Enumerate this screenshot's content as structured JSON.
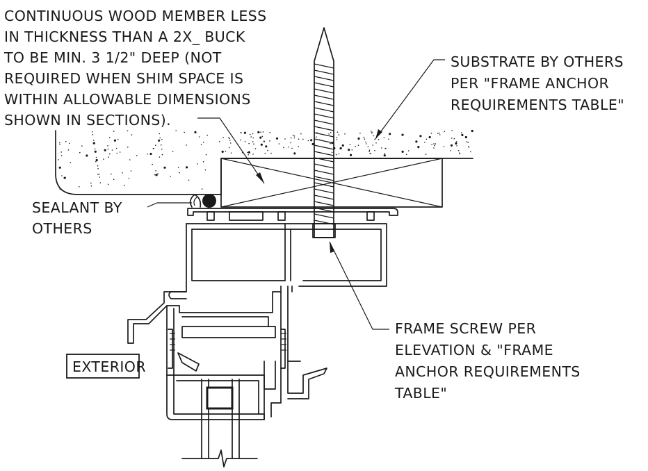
{
  "notes": {
    "wood_member": [
      "CONTINUOUS WOOD MEMBER LESS",
      "IN THICKNESS THAN A 2X_ BUCK",
      "TO BE MIN. 3 1/2\" DEEP (NOT",
      "REQUIRED WHEN SHIM SPACE IS",
      "WITHIN ALLOWABLE DIMENSIONS",
      "SHOWN IN SECTIONS)."
    ],
    "substrate": [
      "SUBSTRATE BY OTHERS",
      "PER \"FRAME ANCHOR",
      "REQUIREMENTS TABLE\""
    ],
    "sealant": [
      "SEALANT BY",
      "OTHERS"
    ],
    "frame_screw": [
      "FRAME SCREW PER",
      "ELEVATION & \"FRAME",
      "ANCHOR REQUIREMENTS",
      "TABLE\""
    ],
    "exterior_tag": "EXTERIOR"
  }
}
